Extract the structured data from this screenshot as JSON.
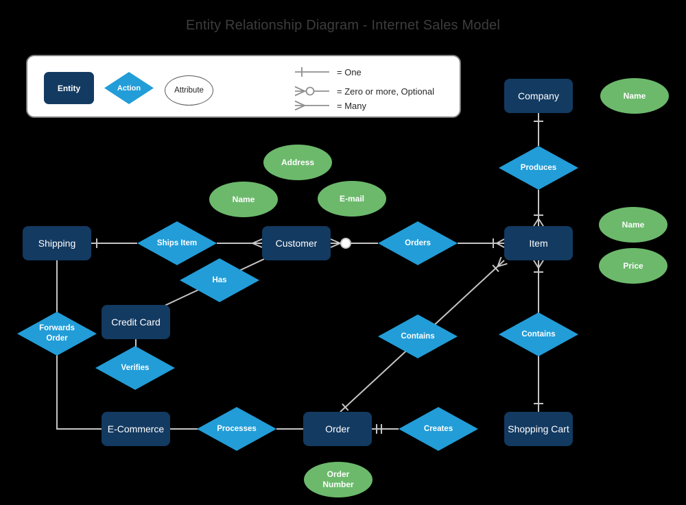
{
  "title": "Entity Relationship Diagram - Internet Sales Model",
  "legend": {
    "entity_label": "Entity",
    "action_label": "Action",
    "attribute_label": "Attribute",
    "lines": [
      {
        "symbol": "one",
        "label": "= One"
      },
      {
        "symbol": "zero-or-more-optional",
        "label": "= Zero or more, Optional"
      },
      {
        "symbol": "many",
        "label": "= Many"
      }
    ]
  },
  "nodes": {
    "entities": [
      {
        "id": "company",
        "label": "Company"
      },
      {
        "id": "shipping",
        "label": "Shipping"
      },
      {
        "id": "customer",
        "label": "Customer"
      },
      {
        "id": "credit-card",
        "label": "Credit Card"
      },
      {
        "id": "item",
        "label": "Item"
      },
      {
        "id": "e-commerce",
        "label": "E-Commerce"
      },
      {
        "id": "order",
        "label": "Order"
      },
      {
        "id": "shopping-cart",
        "label": "Shopping Cart"
      }
    ],
    "actions": [
      {
        "id": "produces",
        "label": "Produces"
      },
      {
        "id": "ships-item",
        "label": "Ships Item"
      },
      {
        "id": "orders",
        "label": "Orders"
      },
      {
        "id": "has",
        "label": "Has"
      },
      {
        "id": "forwards-order",
        "label": "Forwards Order"
      },
      {
        "id": "verifies",
        "label": "Verifies"
      },
      {
        "id": "contains-order",
        "label": "Contains"
      },
      {
        "id": "contains-cart",
        "label": "Contains"
      },
      {
        "id": "processes",
        "label": "Processes"
      },
      {
        "id": "creates",
        "label": "Creates"
      }
    ],
    "attributes": [
      {
        "id": "company-name",
        "label": "Name",
        "near": "Company"
      },
      {
        "id": "address",
        "label": "Address",
        "near": "Customer"
      },
      {
        "id": "customer-name",
        "label": "Name",
        "near": "Customer"
      },
      {
        "id": "email",
        "label": "E-mail",
        "near": "Customer"
      },
      {
        "id": "item-name",
        "label": "Name",
        "near": "Item"
      },
      {
        "id": "price",
        "label": "Price",
        "near": "Item"
      },
      {
        "id": "order-number",
        "label": "Order Number",
        "near": "Order"
      }
    ]
  },
  "relationships": [
    {
      "from": "Company",
      "action": "Produces",
      "to": "Item",
      "from_notation": "one",
      "to_notation": "one + many"
    },
    {
      "from": "Shipping",
      "action": "Ships Item",
      "to": "Customer",
      "from_notation": "one",
      "to_notation": "many"
    },
    {
      "from": "Customer",
      "action": "Orders",
      "to": "Item",
      "from_notation": "zero or more, optional",
      "to_notation": "one + many"
    },
    {
      "from": "Customer",
      "action": "Has",
      "to": "Credit Card",
      "from_notation": "none",
      "to_notation": "none"
    },
    {
      "from": "Shipping",
      "action": "Forwards Order",
      "to": "E-Commerce",
      "from_notation": "none",
      "to_notation": "none"
    },
    {
      "from": "Credit Card",
      "action": "Verifies",
      "to": "",
      "from_notation": "none",
      "to_notation": "none"
    },
    {
      "from": "E-Commerce",
      "action": "Processes",
      "to": "Order",
      "from_notation": "none",
      "to_notation": "none"
    },
    {
      "from": "Order",
      "action": "Creates",
      "to": "",
      "from_notation": "double tick",
      "to_notation": "none"
    },
    {
      "from": "Item",
      "action": "Contains",
      "to": "Order",
      "from_notation": "many + one",
      "to_notation": "one"
    },
    {
      "from": "Item",
      "action": "Contains",
      "to": "Shopping Cart",
      "from_notation": "many + one",
      "to_notation": "one"
    }
  ],
  "colors": {
    "background": "#000000",
    "entity_fill": "#133A61",
    "action_fill": "#229DD8",
    "attribute_fill": "#6CB96C",
    "connector": "#C6C6C6",
    "legend_border": "#7E7E7E",
    "legend_notation": "#8F8F8F",
    "title_text": "#3D3D3D"
  }
}
